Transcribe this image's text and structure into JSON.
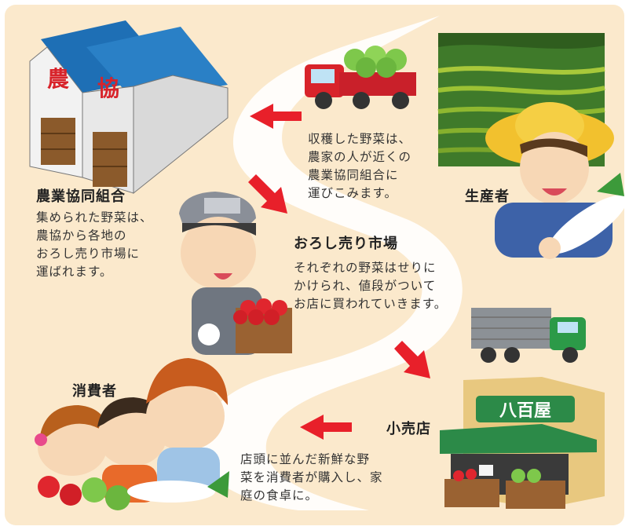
{
  "colors": {
    "background": "#fbe9cc",
    "flow_path": "#ffffff",
    "arrow": "#e8202a",
    "roof": "#1e6fb5",
    "sign_red": "#d8232a",
    "shop_awning": "#2c8a48"
  },
  "icons": [
    "warehouse-icon",
    "truck-red-icon",
    "rice-terrace-photo",
    "farmer-icon",
    "market-worker-icon",
    "truck-green-icon",
    "family-icon",
    "shop-icon"
  ],
  "warehouse": {
    "sign1": "農",
    "sign2": "協"
  },
  "shop": {
    "sign": "八百屋"
  },
  "nodes": {
    "kyodo": {
      "title": "農業協同組合",
      "lines": [
        "集められた野菜は、",
        "農協から各地の",
        "おろし売り市場に",
        "運ばれます。"
      ]
    },
    "producer": {
      "title": "生産者",
      "lines": [
        "収穫した野菜は、",
        "農家の人が近くの",
        "農業協同組合に",
        "運びこみます。"
      ]
    },
    "market": {
      "title": "おろし売り市場",
      "lines": [
        "それぞれの野菜はせりに",
        "かけられ、値段がついて",
        "お店に買われていきます。"
      ]
    },
    "consumer": {
      "title": "消費者"
    },
    "shop": {
      "title": "小売店",
      "lines": [
        "店頭に並んだ新鮮な野",
        "菜を消費者が購入し、家",
        "庭の食卓に。"
      ]
    }
  }
}
